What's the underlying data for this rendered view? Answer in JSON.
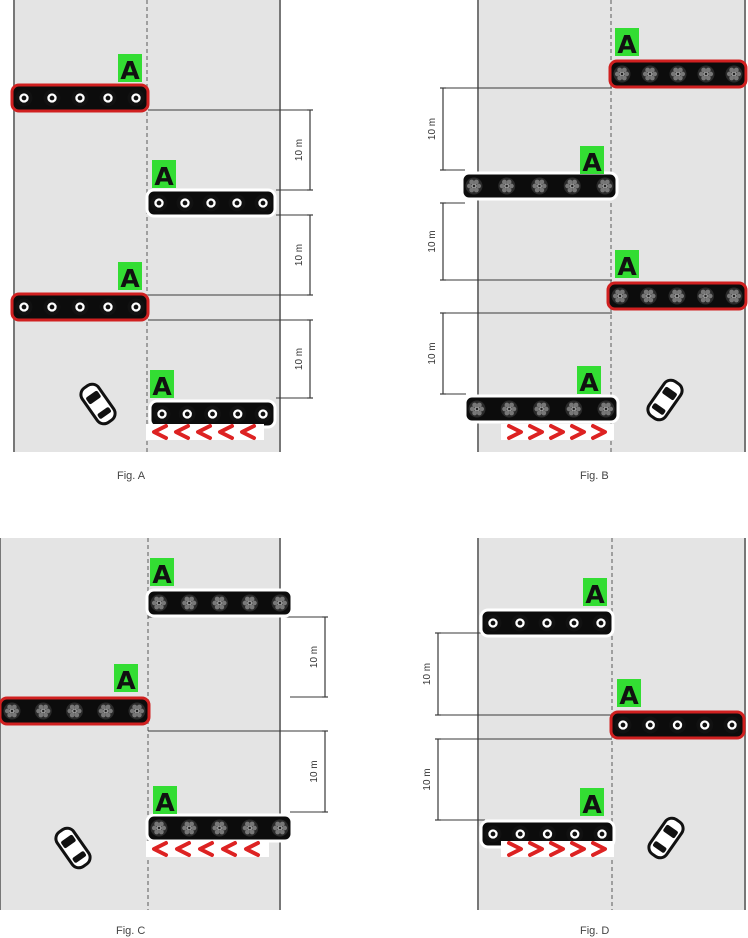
{
  "diagram": {
    "figures": [
      {
        "id": "A",
        "caption": "Fig. A",
        "tire_style": "light",
        "direction": "left",
        "tire_rows": [
          {
            "label": "A",
            "side": "left",
            "highlight": "red"
          },
          {
            "label": "A",
            "side": "right",
            "highlight": "white"
          },
          {
            "label": "A",
            "side": "left",
            "highlight": "red"
          },
          {
            "label": "A",
            "side": "right",
            "highlight": "white"
          }
        ],
        "dimensions": [
          "10 m",
          "10 m",
          "10 m"
        ],
        "car_side": "left"
      },
      {
        "id": "B",
        "caption": "Fig. B",
        "tire_style": "dark",
        "direction": "right",
        "tire_rows": [
          {
            "label": "A",
            "side": "right",
            "highlight": "red"
          },
          {
            "label": "A",
            "side": "left",
            "highlight": "white"
          },
          {
            "label": "A",
            "side": "right",
            "highlight": "red"
          },
          {
            "label": "A",
            "side": "left",
            "highlight": "white"
          }
        ],
        "dimensions": [
          "10 m",
          "10 m",
          "10 m"
        ],
        "car_side": "right"
      },
      {
        "id": "C",
        "caption": "Fig. C",
        "tire_style": "dark",
        "direction": "left",
        "tire_rows": [
          {
            "label": "A",
            "side": "right",
            "highlight": "white"
          },
          {
            "label": "A",
            "side": "left",
            "highlight": "red"
          },
          {
            "label": "A",
            "side": "right",
            "highlight": "white"
          }
        ],
        "dimensions": [
          "10 m",
          "10 m"
        ],
        "car_side": "left"
      },
      {
        "id": "D",
        "caption": "Fig. D",
        "tire_style": "light",
        "direction": "right",
        "tire_rows": [
          {
            "label": "A",
            "side": "left",
            "highlight": "white"
          },
          {
            "label": "A",
            "side": "right",
            "highlight": "red"
          },
          {
            "label": "A",
            "side": "left",
            "highlight": "white"
          }
        ],
        "dimensions": [
          "10 m",
          "10 m"
        ],
        "car_side": "right"
      }
    ],
    "colors": {
      "road": "#e4e4e4",
      "road_edge": "#777777",
      "center_line": "#888888",
      "label_bg": "#33dd33",
      "highlight_red": "#d02020",
      "chevron": "#dd2222",
      "line": "#3a3a3a"
    },
    "icons": {
      "car": "car-top-view-icon",
      "arrow": "chevron-arrow-icon"
    }
  }
}
